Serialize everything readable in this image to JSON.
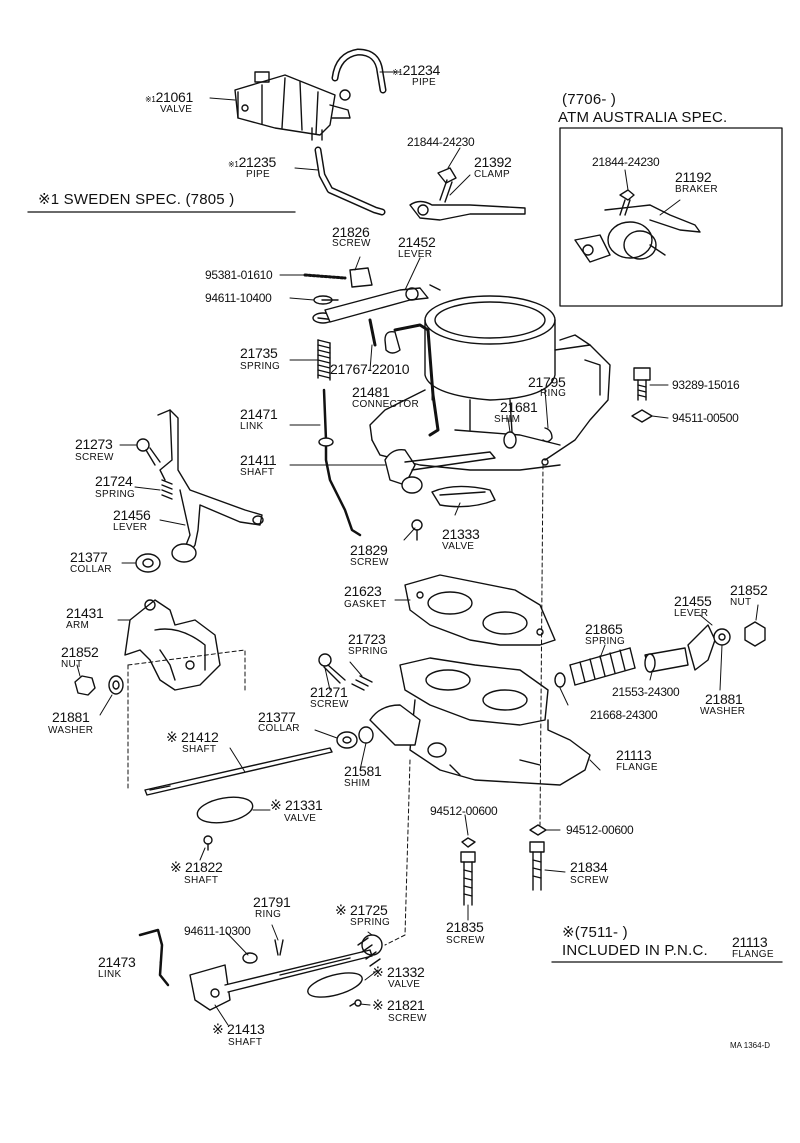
{
  "parts": {
    "p21061": {
      "num": "21061",
      "name": "VALVE",
      "mark": "※1"
    },
    "p21234": {
      "num": "21234",
      "name": "PIPE",
      "mark": "※1"
    },
    "p21235": {
      "num": "21235",
      "name": "PIPE",
      "mark": "※1"
    },
    "p21844a": {
      "num": "21844-24230"
    },
    "p21392": {
      "num": "21392",
      "name": "CLAMP"
    },
    "p21826": {
      "num": "21826",
      "name": "SCREW"
    },
    "p21452": {
      "num": "21452",
      "name": "LEVER"
    },
    "p95381": {
      "num": "95381-01610"
    },
    "p94611a": {
      "num": "94611-10400"
    },
    "p21735": {
      "num": "21735",
      "name": "SPRING"
    },
    "p21767": {
      "num": "21767-22010"
    },
    "p21481": {
      "num": "21481",
      "name": "CONNECTOR"
    },
    "p21795": {
      "num": "21795",
      "name": "RING"
    },
    "p21681": {
      "num": "21681",
      "name": "SHIM"
    },
    "p93289": {
      "num": "93289-15016"
    },
    "p94511": {
      "num": "94511-00500"
    },
    "p21471": {
      "num": "21471",
      "name": "LINK"
    },
    "p21411": {
      "num": "21411",
      "name": "SHAFT"
    },
    "p21273": {
      "num": "21273",
      "name": "SCREW"
    },
    "p21724": {
      "num": "21724",
      "name": "SPRING"
    },
    "p21456": {
      "num": "21456",
      "name": "LEVER"
    },
    "p21377a": {
      "num": "21377",
      "name": "COLLAR"
    },
    "p21829": {
      "num": "21829",
      "name": "SCREW"
    },
    "p21333": {
      "num": "21333",
      "name": "VALVE"
    },
    "p21431": {
      "num": "21431",
      "name": "ARM"
    },
    "p21623": {
      "num": "21623",
      "name": "GASKET"
    },
    "p21852a": {
      "num": "21852",
      "name": "NUT"
    },
    "p21723": {
      "num": "21723",
      "name": "SPRING"
    },
    "p21271": {
      "num": "21271",
      "name": "SCREW"
    },
    "p21865": {
      "num": "21865",
      "name": "SPRING"
    },
    "p21455": {
      "num": "21455",
      "name": "LEVER"
    },
    "p21852b": {
      "num": "21852",
      "name": "NUT"
    },
    "p21553": {
      "num": "21553-24300"
    },
    "p21881a": {
      "num": "21881",
      "name": "WASHER"
    },
    "p21881b": {
      "num": "21881",
      "name": "WASHER"
    },
    "p21668": {
      "num": "21668-24300"
    },
    "p21377b": {
      "num": "21377",
      "name": "COLLAR"
    },
    "p21412": {
      "num": "21412",
      "name": "SHAFT",
      "mark": "※"
    },
    "p21581": {
      "num": "21581",
      "name": "SHIM"
    },
    "p21113": {
      "num": "21113",
      "name": "FLANGE"
    },
    "p21331": {
      "num": "21331",
      "name": "VALVE",
      "mark": "※"
    },
    "p94512a": {
      "num": "94512-00600"
    },
    "p94512b": {
      "num": "94512-00600"
    },
    "p21822": {
      "num": "21822",
      "name": "SHAFT",
      "mark": "※"
    },
    "p21834": {
      "num": "21834",
      "name": "SCREW"
    },
    "p21791": {
      "num": "21791",
      "name": "RING"
    },
    "p94611b": {
      "num": "94611-10300"
    },
    "p21725": {
      "num": "21725",
      "name": "SPRING",
      "mark": "※"
    },
    "p21835": {
      "num": "21835",
      "name": "SCREW"
    },
    "p21473": {
      "num": "21473",
      "name": "LINK"
    },
    "p21332": {
      "num": "21332",
      "name": "VALVE",
      "mark": "※"
    },
    "p21821": {
      "num": "21821",
      "name": "SCREW",
      "mark": "※"
    },
    "p21413": {
      "num": "21413",
      "name": "SHAFT",
      "mark": "※"
    },
    "p21844b": {
      "num": "21844-24230"
    },
    "p21192": {
      "num": "21192",
      "name": "BRAKER"
    }
  },
  "notes": {
    "sweden": "※1 SWEDEN SPEC. (7805        )",
    "australia_date": "(7706-        )",
    "australia": "ATM AUSTRALIA SPEC.",
    "included_date": "※(7511-        )",
    "included": "INCLUDED IN P.N.C.",
    "included_num": "21113",
    "included_name": "FLANGE"
  },
  "ref": "MA 1364-D"
}
